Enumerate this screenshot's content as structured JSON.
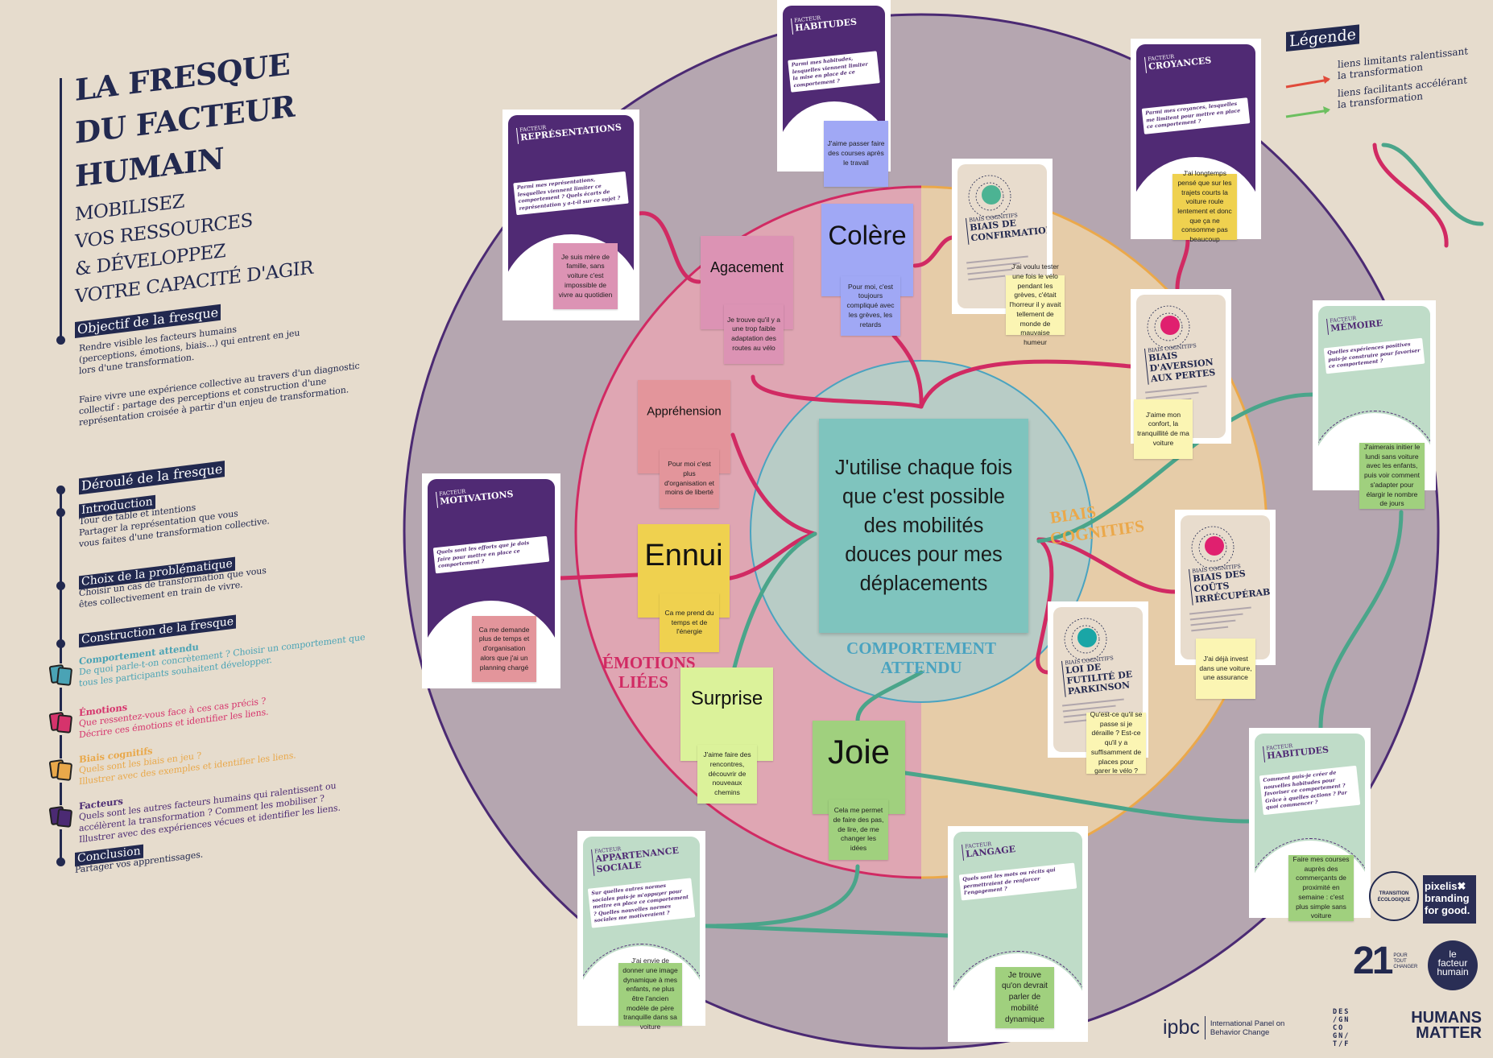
{
  "left_panel": {
    "title": [
      "LA FRESQUE",
      "DU FACTEUR",
      "HUMAIN"
    ],
    "subtitle": [
      "MOBILISEZ",
      "VOS RESSOURCES",
      "& DÉVELOPPEZ",
      "VOTRE CAPACITÉ D'AGIR"
    ],
    "objectif": {
      "heading": "Objectif de la fresque",
      "para1": [
        "Rendre visible les facteurs humains",
        "(perceptions, émotions, biais...) qui entrent en jeu",
        "lors d'une transformation."
      ],
      "para2": [
        "Faire vivre une expérience collective au travers d'un diagnostic",
        "collectif : partage des perceptions et construction d'une",
        "représentation croisée à partir d'un enjeu de transformation."
      ]
    },
    "deroule": {
      "heading": "Déroulé de la fresque",
      "introduction": {
        "heading": "Introduction",
        "lines": [
          "Tour de table et intentions",
          "Partager la représentation que vous",
          "vous faites d'une transformation collective."
        ]
      },
      "choix": {
        "heading": "Choix de la problématique",
        "lines": [
          "Choisir un cas de transformation que vous",
          "êtes collectivement en train de vivre."
        ]
      },
      "construction": {
        "heading": "Construction de la fresque"
      },
      "comportement": {
        "title": "Comportement attendu",
        "lines": [
          "De quoi parle-t-on concrètement ? Choisir un comportement que",
          "tous les participants souhaitent développer."
        ]
      },
      "emotions": {
        "title": "Émotions",
        "lines": [
          "Que ressentez-vous face à ces cas précis ?",
          "Décrire ces émotions et identifier les liens."
        ]
      },
      "biais": {
        "title": "Biais cognitifs",
        "lines": [
          "Quels sont les biais en jeu ?",
          "Illustrer avec des exemples et identifier les liens."
        ]
      },
      "facteurs": {
        "title": "Facteurs",
        "lines": [
          "Quels sont les autres facteurs humains qui ralentissent ou",
          "accélèrent la transformation ? Comment les mobiliser ?",
          "Illustrer avec des expériences vécues et identifier les liens."
        ]
      },
      "conclusion": {
        "heading": "Conclusion",
        "lines": [
          "Partager vos apprentissages."
        ]
      }
    },
    "colors": {
      "comportement": "#4aa3b5",
      "emotions": "#d6336c",
      "biais": "#e9a84a",
      "facteurs": "#4b2a73"
    }
  },
  "legend": {
    "title": "Légende",
    "limiting": [
      "liens limitants ralentissant",
      "la transformation"
    ],
    "facilitating": [
      "liens facilitants accélérant",
      "la transformation"
    ],
    "limiting_color": "#e04a3a",
    "facilitating_color": "#6cbf5f"
  },
  "rings": {
    "emotions": [
      "ÉMOTIONS",
      "LIÉES"
    ],
    "comportement": [
      "COMPORTEMENT",
      "ATTENDU"
    ],
    "biais": [
      "BIAIS",
      "COGNITIFS"
    ]
  },
  "central_behavior": "J'utilise chaque fois que c'est possible des mobilités douces pour mes déplacements",
  "emotions": [
    {
      "id": "agacement",
      "name": "Agacement",
      "note": "Je trouve qu'il y a une trop faible adaptation des routes au vélo",
      "color": "#dc93b4"
    },
    {
      "id": "colere",
      "name": "Colère",
      "note": "Pour moi, c'est toujours compliqué avec les grèves, les retards",
      "color": "#a0a8f5"
    },
    {
      "id": "apprehension",
      "name": "Appréhension",
      "note": "Pour moi c'est plus d'organisation et moins de liberté",
      "color": "#e3959b"
    },
    {
      "id": "ennui",
      "name": "Ennui",
      "note": "Ca me prend du temps et de l'énergie",
      "color": "#efd14f"
    },
    {
      "id": "surprise",
      "name": "Surprise",
      "note": "J'aime faire des rencontres, découvrir de nouveaux chemins",
      "color": "#dbf29a"
    },
    {
      "id": "joie",
      "name": "Joie",
      "note": "Cela me permet de faire des pas, de lire, de me changer les idées",
      "color": "#a0d07e"
    }
  ],
  "cards": [
    {
      "id": "representations",
      "theme": "purple",
      "label": "FACTEUR",
      "name": "REPRÉSENTATIONS",
      "question": "Parmi mes représentations, lesquelles viennent limiter ce comportement ? Quels écarts de représentation y a-t-il sur ce sujet ?",
      "note": "Je suis mère de famille, sans voiture c'est impossible de vivre au quotidien",
      "note_color": "#dc93b4"
    },
    {
      "id": "habitudes-top",
      "theme": "purple",
      "label": "FACTEUR",
      "name": "HABITUDES",
      "question": "Parmi mes habitudes, lesquelles viennent limiter la mise en place de ce comportement ?",
      "note": "J'aime passer faire des courses après le travail",
      "note_color": "#a0a8f5"
    },
    {
      "id": "croyances",
      "theme": "purple",
      "label": "FACTEUR",
      "name": "CROYANCES",
      "question": "Parmi mes croyances, lesquelles me limitent pour mettre en place ce comportement ?",
      "note": "J'ai longtemps pensé que sur les trajets courts la voiture roule lentement et donc que ça ne consomme pas beaucoup",
      "note_color": "#efd14f"
    },
    {
      "id": "motivations",
      "theme": "purple",
      "label": "FACTEUR",
      "name": "MOTIVATIONS",
      "question": "Quels sont les efforts que je dois faire pour mettre en place ce comportement ?",
      "note": "Ca me demande plus de temps et d'organisation alors que j'ai un planning chargé",
      "note_color": "#e3959b"
    },
    {
      "id": "memoire",
      "theme": "green",
      "label": "FACTEUR",
      "name": "MÉMOIRE",
      "question": "Quelles expériences positives puis-je construire pour favoriser ce comportement ?",
      "note": "J'aimerais initier le lundi sans voiture avec les enfants, puis voir comment s'adapter pour élargir le nombre de jours",
      "note_color": "#a0d07e"
    },
    {
      "id": "appartenance",
      "theme": "green",
      "label": "FACTEUR",
      "name": "APPARTENANCE SOCIALE",
      "question": "Sur quelles autres normes sociales puis-je m'appuyer pour mettre en place ce comportement ? Quelles nouvelles normes sociales me motiveraient ?",
      "note": "J'ai envie de donner une image dynamique à mes enfants, ne plus être l'ancien modèle de père tranquille dans sa voiture",
      "note_color": "#a0d07e"
    },
    {
      "id": "langage",
      "theme": "green",
      "label": "FACTEUR",
      "name": "LANGAGE",
      "question": "Quels sont les mots ou récits qui permettraient de renforcer l'engagement ?",
      "note": "Je trouve qu'on devrait parler de mobilité dynamique",
      "note_color": "#a0d07e"
    },
    {
      "id": "habitudes-bottom",
      "theme": "green",
      "label": "FACTEUR",
      "name": "HABITUDES",
      "question": "Comment puis-je créer de nouvelles habitudes pour favoriser ce comportement ? Grâce à quelles actions ? Par quoi commencer ?",
      "note": "Faire mes courses auprès des commerçants de proximité en semaine : c'est plus simple sans voiture",
      "note_color": "#a0d07e"
    },
    {
      "id": "confirmation",
      "theme": "beige",
      "label": "BIAIS COGNITIFS",
      "name": "BIAIS DE CONFIRMATION",
      "note": "J'ai voulu tester une fois le vélo pendant les grèves, c'était l'horreur il y avait tellement de monde de mauvaise humeur",
      "note_color": "#fbf5b3",
      "icon_color": "#4cb393"
    },
    {
      "id": "aversion",
      "theme": "beige",
      "label": "BIAIS COGNITIFS",
      "name": "BIAIS D'AVERSION AUX PERTES",
      "note": "J'aime mon confort, la tranquillité de ma voiture",
      "note_color": "#fbf5b3",
      "icon_color": "#e0206f"
    },
    {
      "id": "couts",
      "theme": "beige",
      "label": "BIAIS COGNITIFS",
      "name": "BIAIS DES COÛTS IRRÉCUPÉRABLES",
      "note": "J'ai déjà invest dans une voiture, une assurance",
      "note_color": "#fbf5b3",
      "icon_color": "#e0206f"
    },
    {
      "id": "parkinson",
      "theme": "beige",
      "label": "BIAIS COGNITIFS",
      "name": "LOI DE FUTILITÉ DE PARKINSON",
      "note": "Qu'est-ce qu'il se passe si je déraille ? Est-ce qu'il y a suffisamment de places pour garer le vélo ?",
      "note_color": "#fbf5b3",
      "icon_color": "#1aa6a6"
    }
  ],
  "logos": {
    "ipbc": "ipbc",
    "ipbc_text": [
      "International Panel on",
      "Behavior Change"
    ],
    "design_cognitif": [
      "DES",
      "/GN",
      "CO",
      "GN/",
      "T/F"
    ],
    "humans_matter": [
      "HUMANS",
      "MATTER"
    ],
    "twentyone": "21",
    "twentyone_text": [
      "POUR",
      "TOUT",
      "CHANGER"
    ],
    "facteur_humain": [
      "le",
      "facteur",
      "humain"
    ],
    "pixelis": [
      "pixelis✖",
      "branding",
      "for good."
    ],
    "transition": "TRANSITION ÉCOLOGIQUE"
  },
  "colors": {
    "background": "#e6dccd",
    "outer_ring": "#b5a6b0",
    "emotions_zone": "#dfa6b3",
    "biais_zone": "#e6cca8",
    "behavior_zone": "#b8ccc6",
    "link_limiting": "#d12a63",
    "link_facilitating": "#4aa58a"
  }
}
